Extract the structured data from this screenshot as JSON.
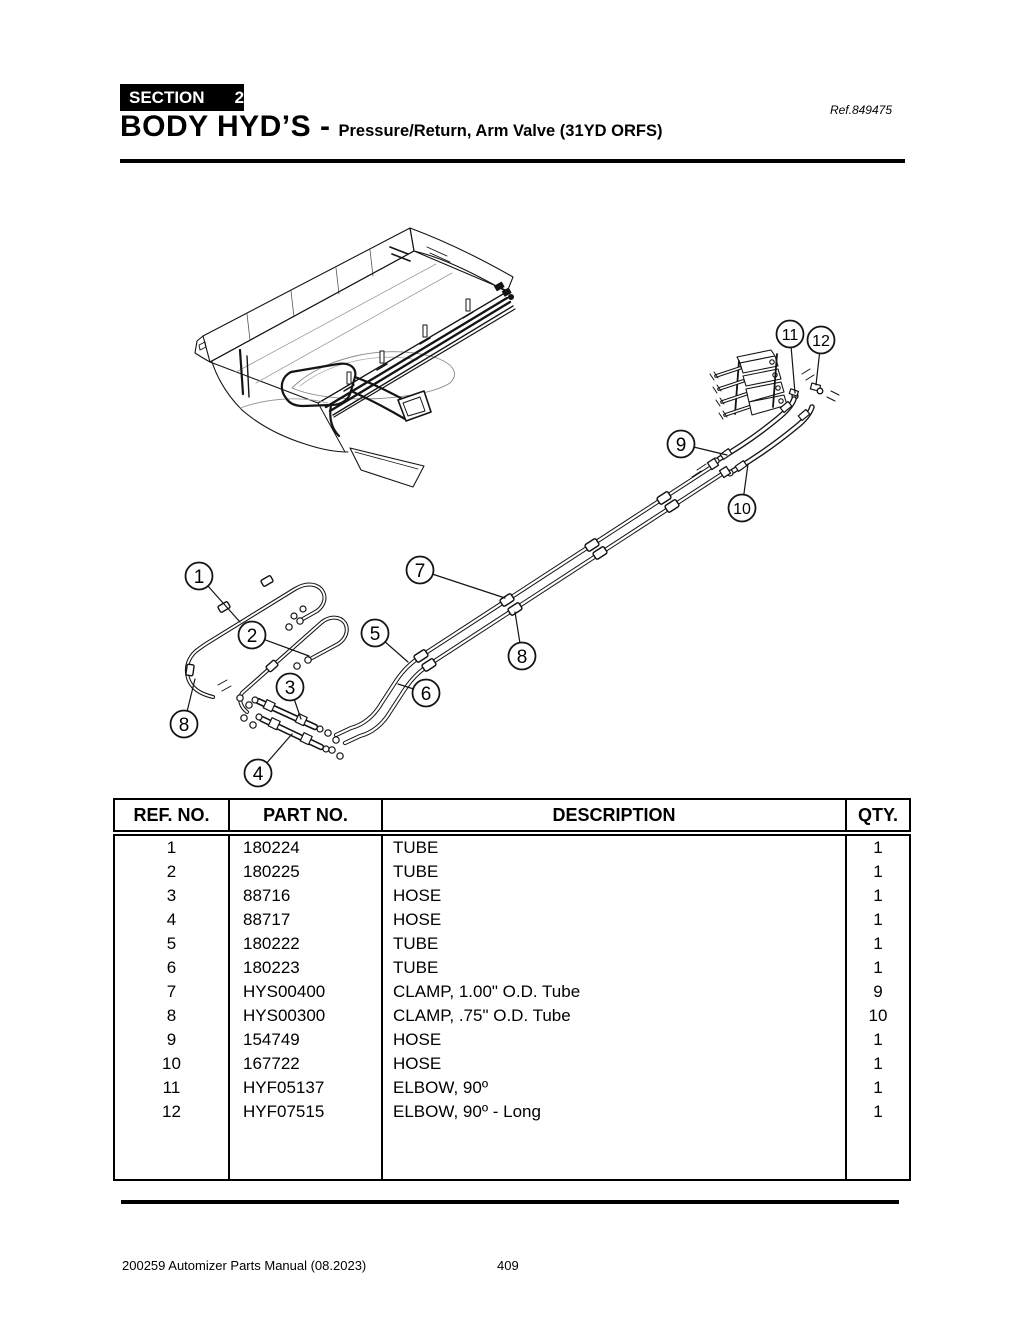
{
  "header": {
    "section_label": "SECTION",
    "section_number": "2",
    "title_main": "BODY HYD’S -",
    "title_sub": "Pressure/Return, Arm Valve (31YD ORFS)",
    "ref": "Ref.849475"
  },
  "diagram": {
    "description": "Exploded parts diagram of body hydraulics pressure/return lines to arm valve",
    "callouts": [
      {
        "label": "1"
      },
      {
        "label": "2"
      },
      {
        "label": "3"
      },
      {
        "label": "4"
      },
      {
        "label": "5"
      },
      {
        "label": "6"
      },
      {
        "label": "7"
      },
      {
        "label": "8"
      },
      {
        "label": "8"
      },
      {
        "label": "9"
      },
      {
        "label": "10"
      },
      {
        "label": "11"
      },
      {
        "label": "12"
      }
    ]
  },
  "table": {
    "columns": [
      "REF. NO.",
      "PART NO.",
      "DESCRIPTION",
      "QTY."
    ],
    "rows": [
      [
        "1",
        "180224",
        "TUBE",
        "1"
      ],
      [
        "2",
        "180225",
        "TUBE",
        "1"
      ],
      [
        "3",
        "88716",
        "HOSE",
        "1"
      ],
      [
        "4",
        "88717",
        "HOSE",
        "1"
      ],
      [
        "5",
        "180222",
        "TUBE",
        "1"
      ],
      [
        "6",
        "180223",
        "TUBE",
        "1"
      ],
      [
        "7",
        "HYS00400",
        "CLAMP, 1.00\" O.D. Tube",
        "9"
      ],
      [
        "8",
        "HYS00300",
        "CLAMP, .75\" O.D. Tube",
        "10"
      ],
      [
        "9",
        "154749",
        "HOSE",
        "1"
      ],
      [
        "10",
        "167722",
        "HOSE",
        "1"
      ],
      [
        "11",
        "HYF05137",
        "ELBOW, 90º",
        "1"
      ],
      [
        "12",
        "HYF07515",
        "ELBOW, 90º - Long",
        "1"
      ]
    ]
  },
  "footer": {
    "manual": "200259 Automizer Parts Manual (08.2023)",
    "page": "409"
  }
}
